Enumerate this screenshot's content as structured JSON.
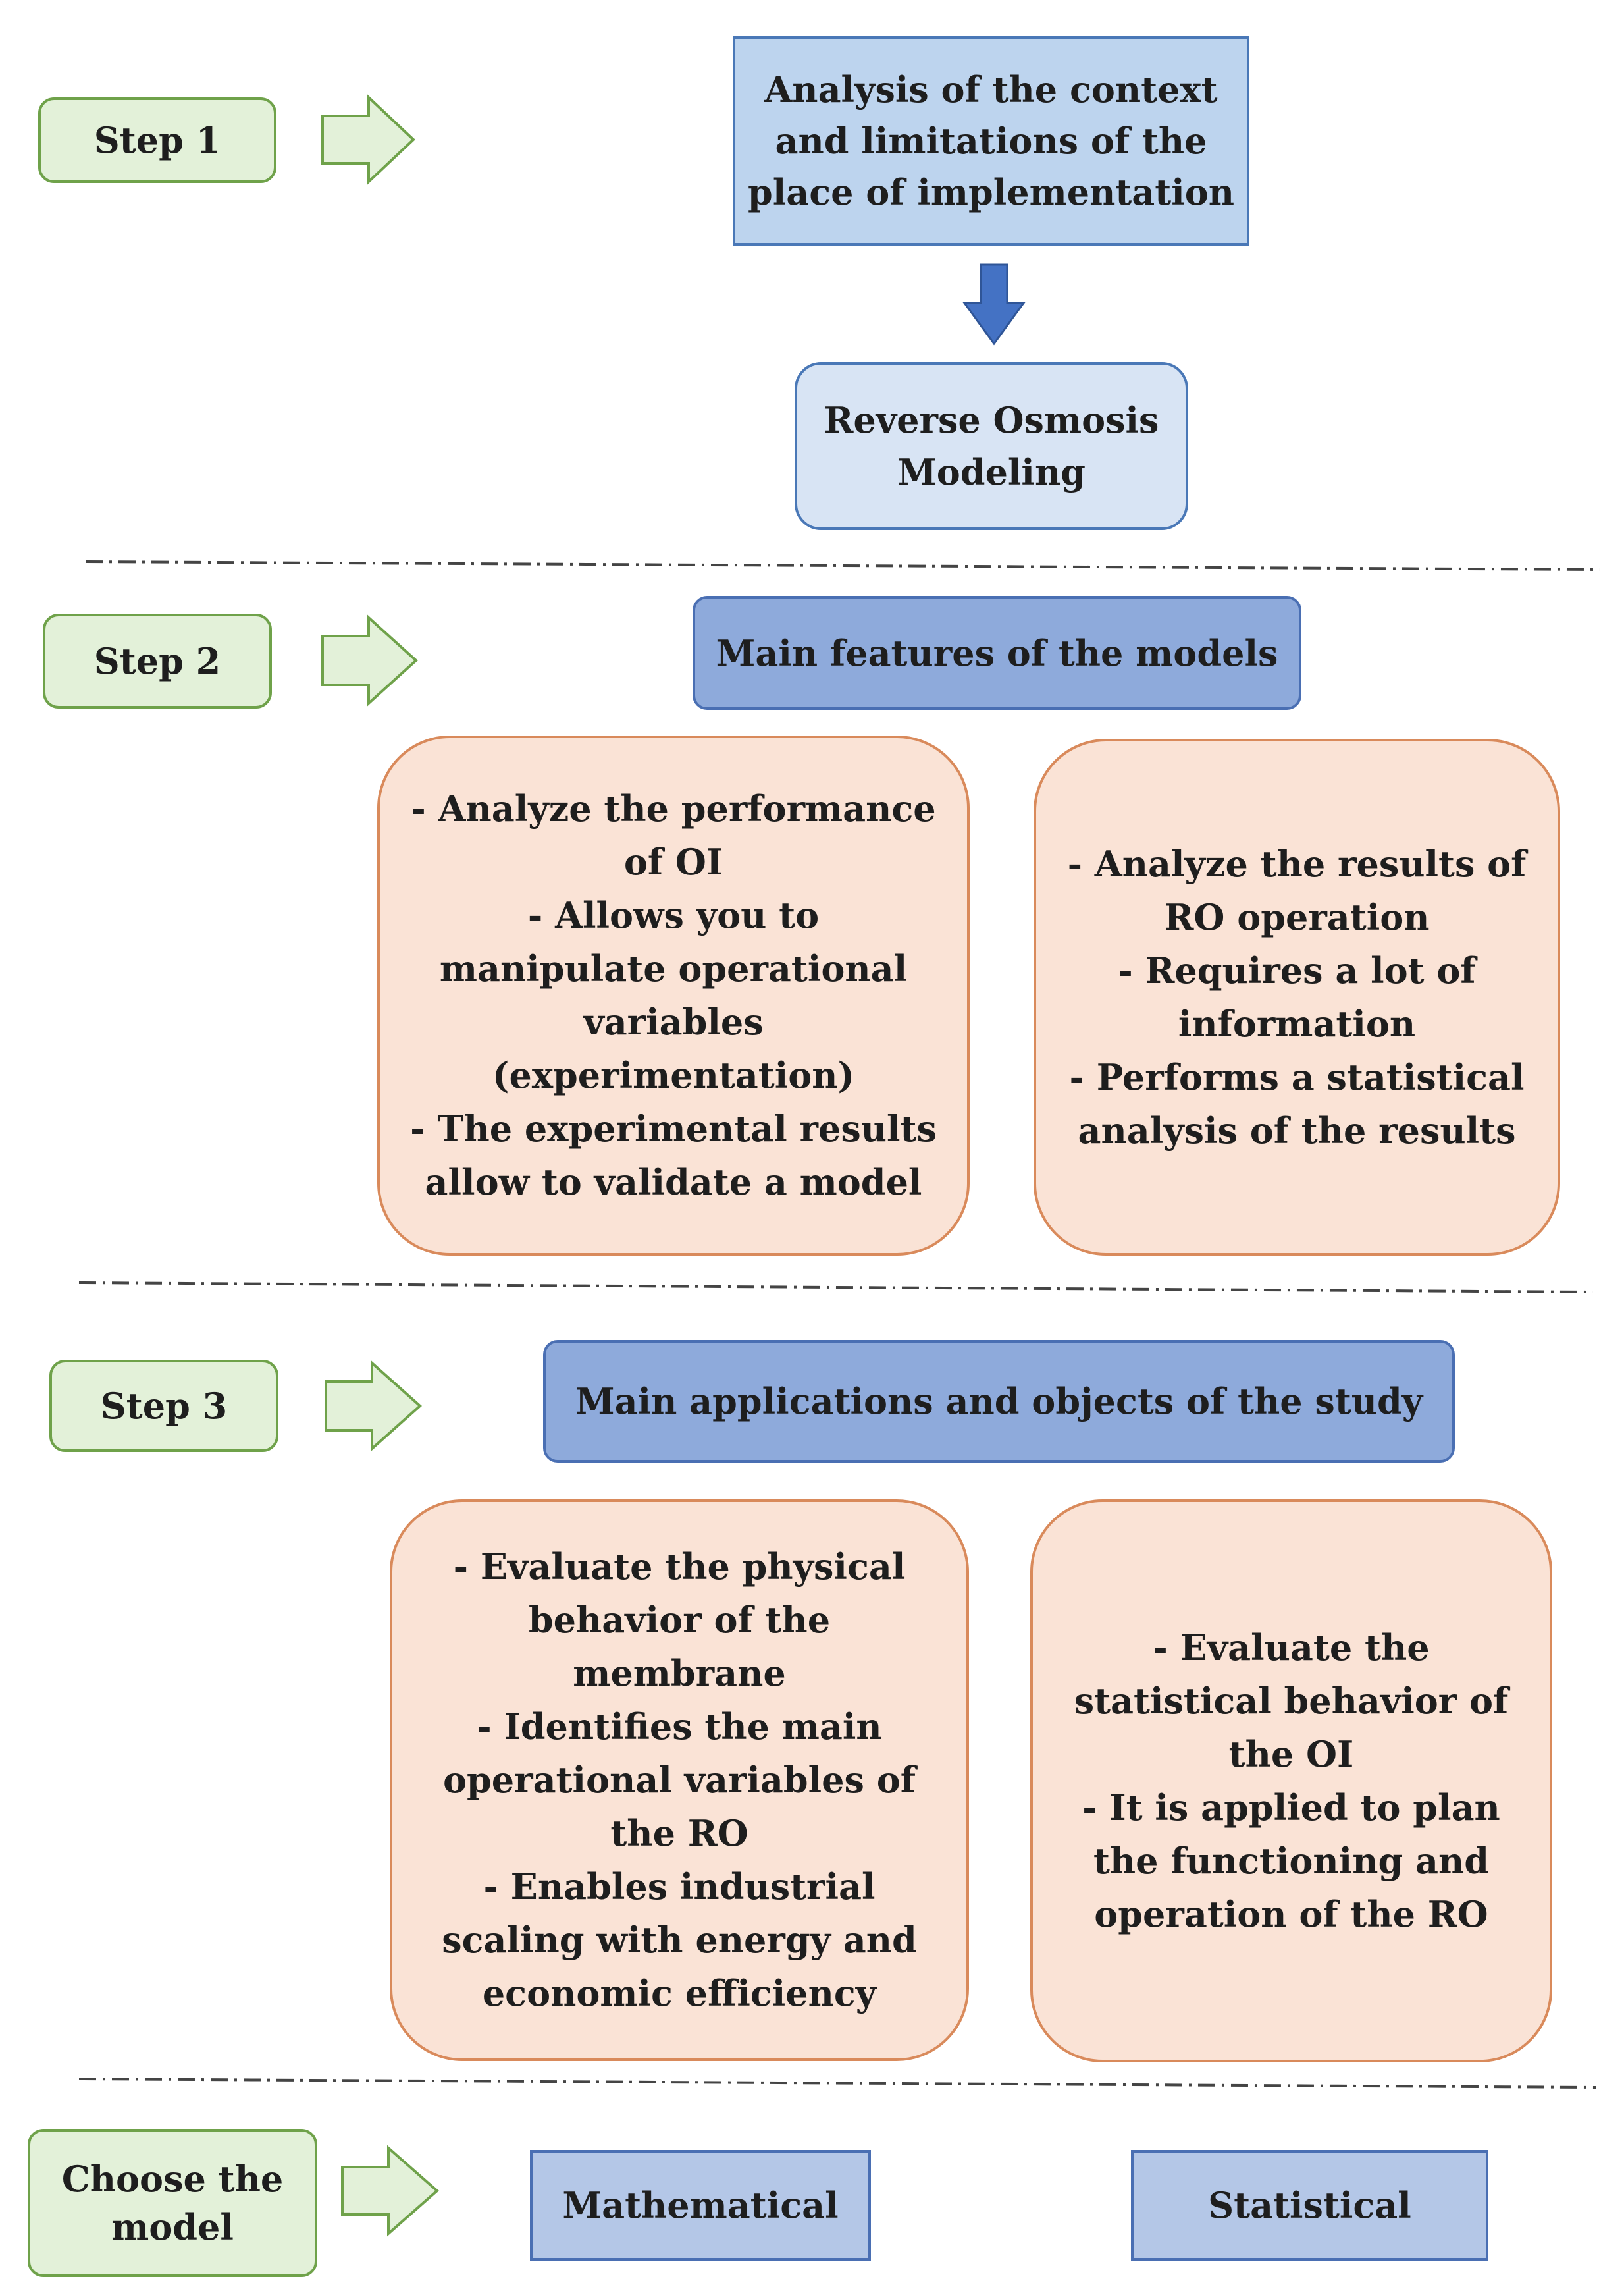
{
  "steps": {
    "step1": "Step 1",
    "step2": "Step 2",
    "step3": "Step 3",
    "choose": "Choose the\nmodel"
  },
  "step1": {
    "analysis": "Analysis of the context\nand limitations of the\nplace of implementation",
    "modeling": "Reverse Osmosis\nModeling"
  },
  "step2": {
    "header": "Main features of the models",
    "left": "- Analyze the performance\nof OI\n- Allows you to\nmanipulate operational\nvariables\n(experimentation)\n- The experimental results\nallow to validate a model",
    "right": "- Analyze the results of\nRO operation\n- Requires a lot of\ninformation\n- Performs a statistical\nanalysis of the results"
  },
  "step3": {
    "header": "Main applications and objects of the study",
    "left": "- Evaluate the physical\nbehavior of the\nmembrane\n- Identifies the main\noperational variables of\nthe RO\n- Enables industrial\nscaling with energy and\neconomic efficiency",
    "right": "- Evaluate the\nstatistical behavior of\nthe OI\n- It is applied to plan\nthe functioning and\noperation of the RO"
  },
  "models": {
    "mathematical": "Mathematical",
    "statistical": "Statistical"
  },
  "colors": {
    "step_fill": "#e3f1d9",
    "step_border": "#6fa24a",
    "blue_fill": "#bdd4ee",
    "header_fill": "#8eaadb",
    "orange_fill": "#fae3d6",
    "orange_border": "#d98a5b",
    "arrow_blue": "#4472c4"
  }
}
